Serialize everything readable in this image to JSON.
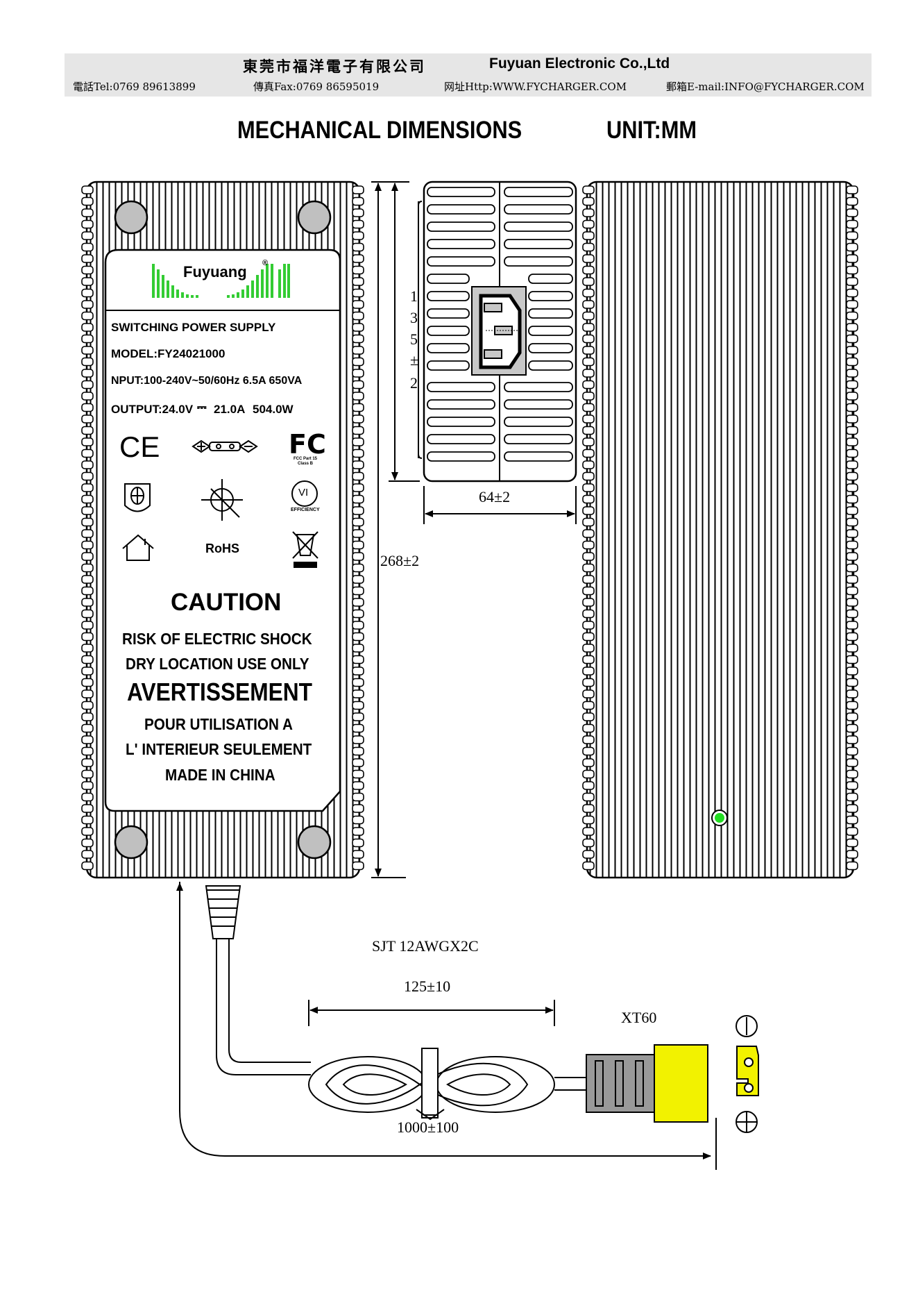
{
  "header": {
    "company_cn": "東莞市福洋電子有限公司",
    "company_en": "Fuyuan Electronic Co.,Ltd",
    "tel": "電話Tel:0769 89613899",
    "fax": "傳真Fax:0769 86595019",
    "web": "网址Http:WWW.FYCHARGER.COM",
    "email": "郵箱E-mail:INFO@FYCHARGER.COM"
  },
  "title": "MECHANICAL DIMENSIONS",
  "unit": "UNIT:MM",
  "label": {
    "brand": "Fuyuang",
    "registered": "®",
    "product": "SWITCHING POWER SUPPLY",
    "model": "MODEL:FY24021000",
    "input": "NPUT:100-240V~50/60Hz 6.5A 650VA",
    "output_v": "OUTPUT:24.0V",
    "output_dc": "⎓",
    "output_a": "21.0A",
    "output_w": "504.0W",
    "ce": "CE",
    "fc": "FC",
    "fcc_note": "FCC Part 15 Class B",
    "efficiency_mark": "VI",
    "efficiency_text": "EFFICIENCY",
    "rohs": "RoHS",
    "caution": "CAUTION",
    "warn1": "RISK OF ELECTRIC SHOCK",
    "warn2": "DRY LOCATION USE ONLY",
    "avert": "AVERTISSEMENT",
    "fr1": "POUR UTILISATION A",
    "fr2": "L' INTERIEUR SEULEMENT",
    "made": "MADE IN CHINA"
  },
  "dimensions": {
    "height": "268±2",
    "width": "64±2",
    "bundle": "125±10",
    "cable_len": "1000±100"
  },
  "pin_numbers": [
    "1",
    "3",
    "5",
    "±",
    "2"
  ],
  "cable": "SJT 12AWGX2C",
  "connector": "XT60",
  "colors": {
    "header_bg": "#e6e6e6",
    "logo_green": "#33cc33",
    "led_green": "#22dd22",
    "connector_yellow": "#f2f200",
    "connector_gray": "#999999"
  }
}
